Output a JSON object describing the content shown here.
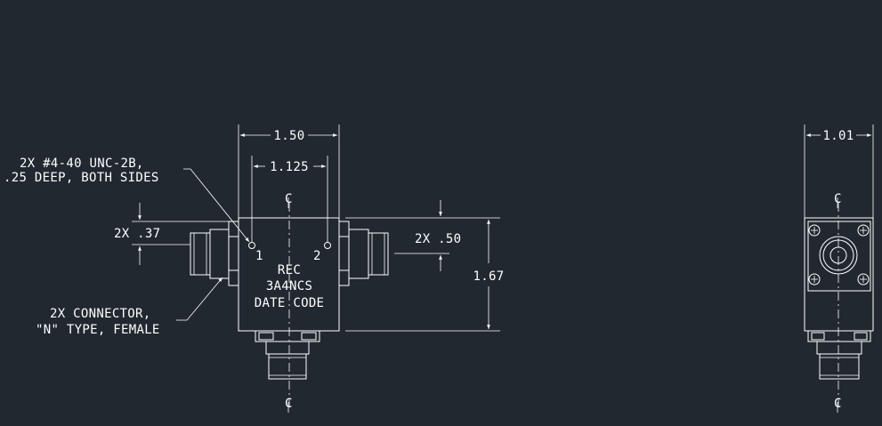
{
  "drawing": {
    "dims": {
      "overall_width": "1.50",
      "hole_spacing": "1.125",
      "height": "1.67",
      "side_width": "1.01",
      "left_conn_offset": "2X .37",
      "right_conn_offset": "2X .50"
    },
    "notes": {
      "hole_line1": "2X #4-40 UNC-2B,",
      "hole_line2": ".25 DEEP, BOTH SIDES",
      "conn_line1": "2X CONNECTOR,",
      "conn_line2": "\"N\" TYPE, FEMALE"
    },
    "body_label": {
      "line1": "REC",
      "line2": "3A4NCS",
      "line3": "DATE CODE"
    },
    "ports": {
      "p1": "1",
      "p2": "2"
    },
    "centerline_symbol": "CL",
    "colors": {
      "background": "#212830",
      "line": "#ffffff"
    }
  }
}
